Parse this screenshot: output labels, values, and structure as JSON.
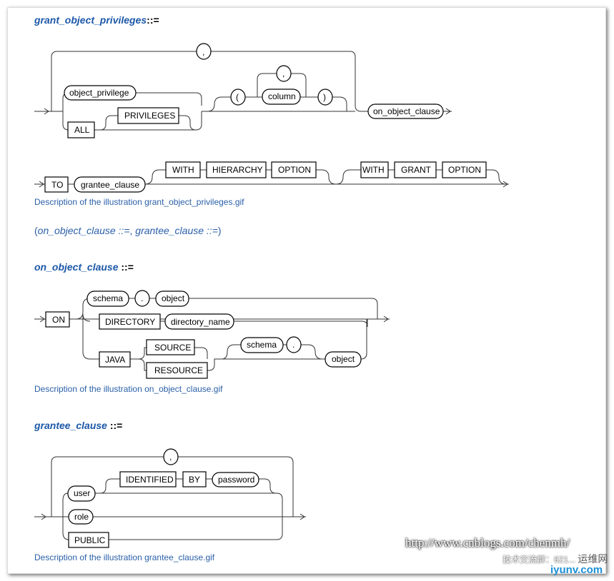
{
  "sections": [
    {
      "heading": "grant_object_privileges",
      "op": "::=",
      "caption": "Description of the illustration grant_object_privileges.gif"
    },
    {
      "heading": "on_object_clause",
      "op": " ::=",
      "caption": "Description of the illustration on_object_clause.gif"
    },
    {
      "heading": "grantee_clause",
      "op": " ::=",
      "caption": "Description of the illustration grantee_clause.gif"
    }
  ],
  "refs": {
    "open": "(",
    "ref1": "on_object_clause ::=",
    "sep": ", ",
    "ref2": "grantee_clause ::=",
    "close": ")"
  },
  "d1": {
    "comma": ",",
    "object_privilege": "object_privilege",
    "all": "ALL",
    "privileges": "PRIVILEGES",
    "lparen": "(",
    "column": "column",
    "comma2": ",",
    "rparen": ")",
    "on_object_clause": "on_object_clause",
    "to": "TO",
    "grantee_clause": "grantee_clause",
    "with1": "WITH",
    "hierarchy": "HIERARCHY",
    "option1": "OPTION",
    "with2": "WITH",
    "grant": "GRANT",
    "option2": "OPTION"
  },
  "d2": {
    "on": "ON",
    "schema": "schema",
    "dot": ".",
    "object": "object",
    "directory": "DIRECTORY",
    "directory_name": "directory_name",
    "java": "JAVA",
    "source": "SOURCE",
    "resource": "RESOURCE",
    "schema2": "schema",
    "dot2": ".",
    "object2": "object"
  },
  "d3": {
    "comma": ",",
    "user": "user",
    "identified": "IDENTIFIED",
    "by": "BY",
    "password": "password",
    "role": "role",
    "public": "PUBLIC"
  },
  "watermark": {
    "url": "http://www.cnblogs.com/chenmh/",
    "line2": "技术交流群：621...",
    "logo_cn": "运维网",
    "logo": "iyunv.com"
  }
}
